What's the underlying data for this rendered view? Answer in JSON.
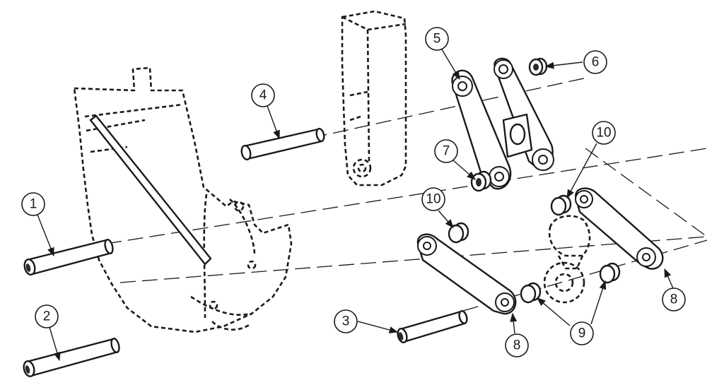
{
  "callouts": [
    {
      "id": "c1",
      "label": "1"
    },
    {
      "id": "c2",
      "label": "2"
    },
    {
      "id": "c3",
      "label": "3"
    },
    {
      "id": "c4",
      "label": "4"
    },
    {
      "id": "c5",
      "label": "5"
    },
    {
      "id": "c6",
      "label": "6"
    },
    {
      "id": "c7",
      "label": "7"
    },
    {
      "id": "c8a",
      "label": "8"
    },
    {
      "id": "c8b",
      "label": "8"
    },
    {
      "id": "c9",
      "label": "9"
    },
    {
      "id": "c10a",
      "label": "10"
    },
    {
      "id": "c10b",
      "label": "10"
    }
  ]
}
